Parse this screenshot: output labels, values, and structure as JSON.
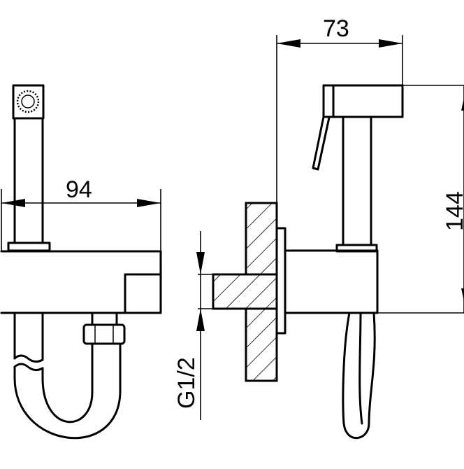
{
  "dimensions": {
    "front_width": "94",
    "side_depth": "73",
    "height": "144",
    "thread": "G1/2"
  },
  "colors": {
    "stroke": "#000000",
    "background": "#ffffff"
  }
}
